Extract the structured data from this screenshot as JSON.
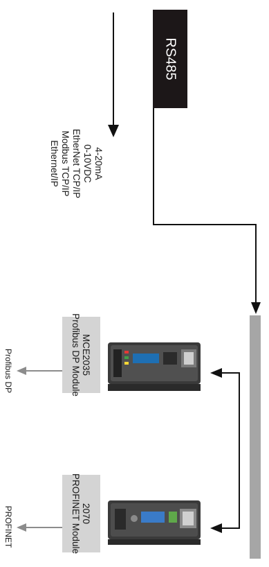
{
  "rs485": {
    "label": "RS485"
  },
  "protocols": [
    "4-20mA",
    "0-10VDC",
    "EtherNet TCP/IP",
    "Modbus TCP/IP",
    "Ethernet/IP"
  ],
  "modules": [
    {
      "line1": "MCE2035",
      "line2": "Profibus DP Module",
      "output": "Profibus DP"
    },
    {
      "line1": "2070",
      "line2": "PROFINET Module",
      "output": "PROFINET"
    }
  ],
  "colors": {
    "rs485_box": "#1c1718",
    "bus_bar": "#a6a6a6",
    "module_box": "#d4d4d4",
    "output_arrow": "#8c8c8c",
    "wire": "#111111"
  }
}
